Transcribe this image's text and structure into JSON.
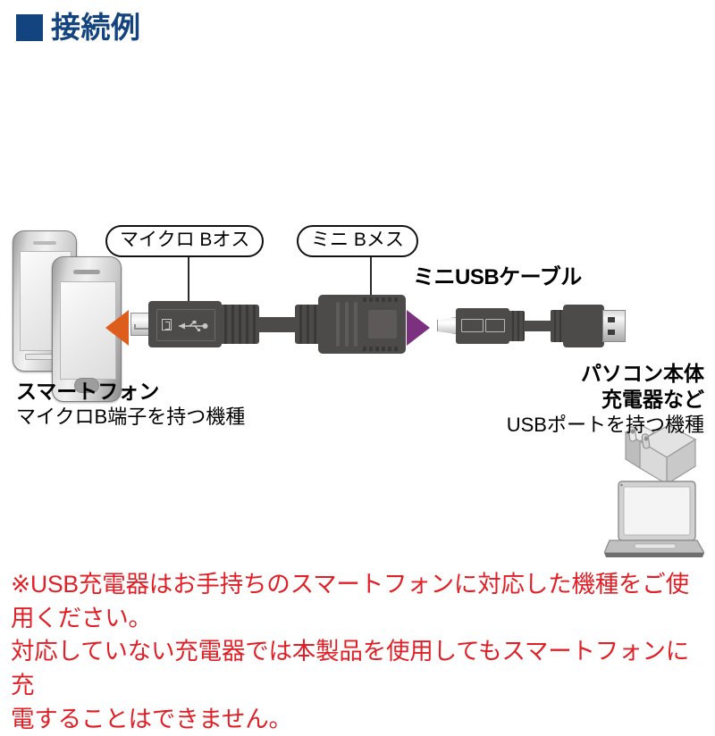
{
  "header": {
    "bullet": "square-bullet",
    "title": "接続例",
    "color": "#14447f"
  },
  "callouts": [
    {
      "id": "micro-b-male",
      "label": "マイクロ Bオス"
    },
    {
      "id": "mini-b-female",
      "label": "ミニ Bメス"
    }
  ],
  "cable": {
    "name": "ミニUSBケーブル"
  },
  "arrows": {
    "left_color": "#DD5E1C",
    "right_color": "#7B3080"
  },
  "devices": {
    "left": {
      "title": "スマートフォン",
      "subtitle": "マイクロB端子を持つ機種",
      "icons": [
        "smartphone-back",
        "smartphone-front"
      ]
    },
    "right": {
      "title_line1": "パソコン本体",
      "title_line2": "充電器など",
      "subtitle": "USBポートを持つ機種",
      "icons": [
        "ac-charger",
        "laptop"
      ]
    }
  },
  "note": {
    "color": "#e01f26",
    "line1": "※USB充電器はお手持ちのスマートフォンに対応した機種をご使",
    "line2": "用ください。",
    "line3": "対応していない充電器では本製品を使用してもスマートフォンに充",
    "line4": "電することはできません。"
  }
}
